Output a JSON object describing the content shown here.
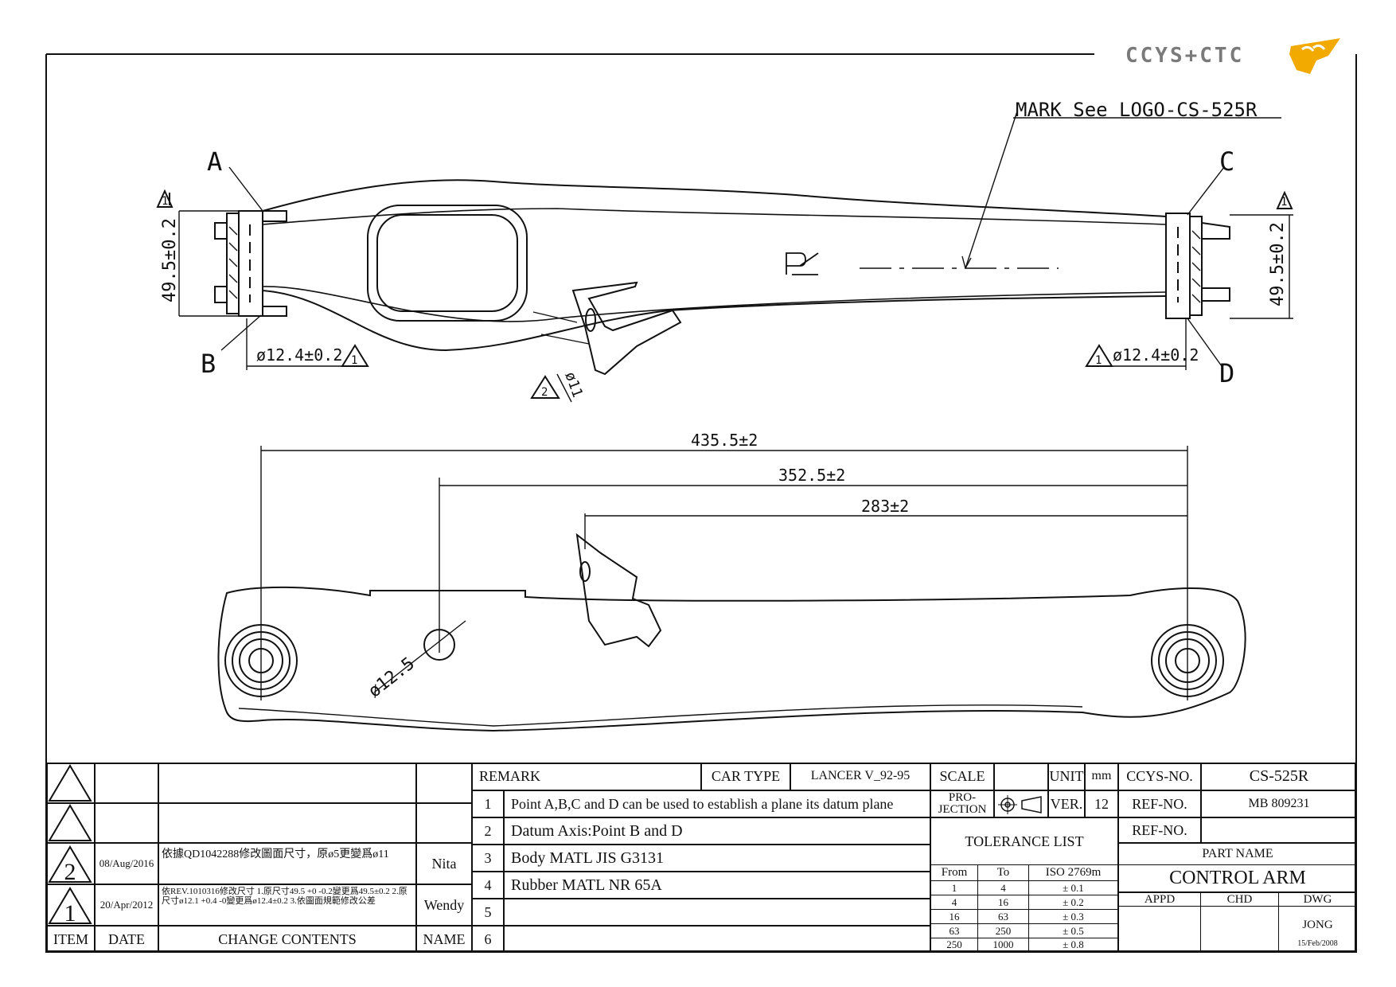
{
  "logo": {
    "text": "CCYS+CTC",
    "accent": "#f2a900",
    "text_color": "#7a7a7a"
  },
  "annotations": {
    "mark_note": "MARK See LOGO-CS-525R",
    "point_a": "A",
    "point_b": "B",
    "point_c": "C",
    "point_d": "D",
    "datum_1": "1",
    "datum_2": "2",
    "r_symbol": "R",
    "height_left": "49.5±0.2",
    "height_right": "49.5±0.2",
    "dia_left": "ø12.4±0.2",
    "dia_right": "ø12.4±0.2",
    "dia_small": "ø11",
    "dia_hole": "ø12.5",
    "length_total": "435.5±2",
    "length_mid": "352.5±2",
    "length_short": "283±2"
  },
  "revisions": {
    "rows": [
      {
        "item": "",
        "date": "",
        "content": "",
        "name": ""
      },
      {
        "item": "",
        "date": "",
        "content": "",
        "name": ""
      },
      {
        "item": "2",
        "date": "08/Aug/2016",
        "content": "依據QD1042288修改圖面尺寸，原ø5更變爲ø11",
        "name": "Nita"
      },
      {
        "item": "1",
        "date": "20/Apr/2012",
        "content": "依REV.1010316修改尺寸 1.原尺寸49.5 +0 -0.2變更爲49.5±0.2 2.原尺寸ø12.1 +0.4 -0變更爲ø12.4±0.2 3.依圖面規範修改公差",
        "name": "Wendy"
      }
    ],
    "headers": {
      "item": "ITEM",
      "date": "DATE",
      "content": "CHANGE CONTENTS",
      "name": "NAME"
    }
  },
  "remarks": {
    "title": "REMARK",
    "car_type_label": "CAR TYPE",
    "car_type": "LANCER V_92-95",
    "items": [
      {
        "no": "1",
        "text": "Point A,B,C and D can be used to establish a plane its datum plane"
      },
      {
        "no": "2",
        "text": "Datum Axis:Point B and D"
      },
      {
        "no": "3",
        "text": "Body MATL JIS G3131"
      },
      {
        "no": "4",
        "text": "Rubber MATL NR 65A"
      },
      {
        "no": "5",
        "text": ""
      },
      {
        "no": "6",
        "text": ""
      }
    ]
  },
  "spec": {
    "scale_label": "SCALE",
    "scale": "",
    "unit_label": "UNIT",
    "unit": "mm",
    "projection_label": "PRO-\nJECTION",
    "ver_label": "VER.",
    "ver": "12",
    "tolerance_title": "TOLERANCE LIST",
    "tol_headers": {
      "from": "From",
      "to": "To",
      "iso": "ISO 2769m"
    },
    "tolerances": [
      {
        "from": "1",
        "to": "4",
        "tol": "± 0.1"
      },
      {
        "from": "4",
        "to": "16",
        "tol": "± 0.2"
      },
      {
        "from": "16",
        "to": "63",
        "tol": "± 0.3"
      },
      {
        "from": "63",
        "to": "250",
        "tol": "± 0.5"
      },
      {
        "from": "250",
        "to": "1000",
        "tol": "± 0.8"
      }
    ]
  },
  "title_block": {
    "ccys_label": "CCYS-NO.",
    "ccys_no": "CS-525R",
    "ref_label_1": "REF-NO.",
    "ref_no_1": "MB 809231",
    "ref_label_2": "REF-NO.",
    "ref_no_2": "",
    "part_name_label": "PART NAME",
    "part_name": "CONTROL ARM",
    "appd": "APPD",
    "chd": "CHD",
    "dwg": "DWG",
    "drawer": "JONG",
    "date": "15/Feb/2008"
  }
}
